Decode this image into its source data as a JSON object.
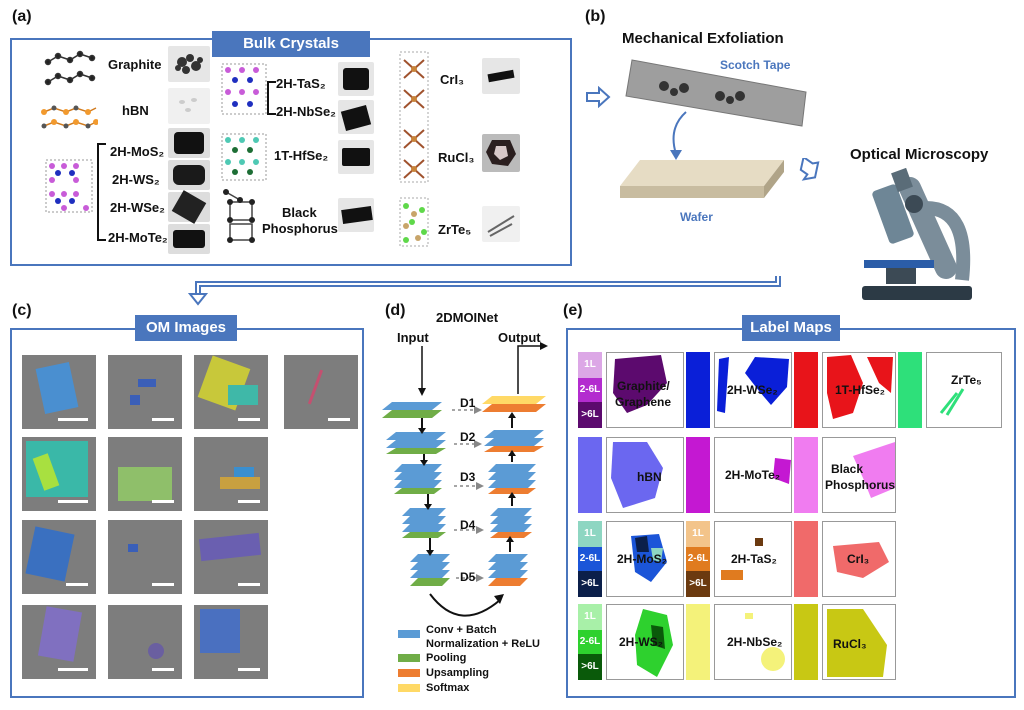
{
  "panels": {
    "a": "(a)",
    "b": "(b)",
    "c": "(c)",
    "d": "(d)",
    "e": "(e)"
  },
  "a": {
    "header": "Bulk Crystals",
    "materials": {
      "graphite": "Graphite",
      "hbn": "hBN",
      "mos2": "2H-MoS₂",
      "ws2": "2H-WS₂",
      "wse2": "2H-WSe₂",
      "mote2": "2H-MoTe₂",
      "tas2": "2H-TaS₂",
      "nbse2": "2H-NbSe₂",
      "hfse2": "1T-HfSe₂",
      "bp1": "Black",
      "bp2": "Phosphorus",
      "cri3": "CrI₃",
      "rucl3": "RuCl₃",
      "zrte5": "ZrTe₅"
    }
  },
  "b": {
    "title": "Mechanical Exfoliation",
    "tape": "Scotch Tape",
    "wafer": "Wafer",
    "microscopy": "Optical Microscopy"
  },
  "c": {
    "header": "OM Images"
  },
  "d": {
    "title": "2DMOINet",
    "input": "Input",
    "output": "Output",
    "levels": [
      "D1",
      "D2",
      "D3",
      "D4",
      "D5"
    ],
    "legend": [
      {
        "label": "Conv + Batch",
        "color": "#5b9bd5"
      },
      {
        "label": "Normalization + ReLU",
        "color": ""
      },
      {
        "label": "Pooling",
        "color": "#70ad47"
      },
      {
        "label": "Upsampling",
        "color": "#ed7d31"
      },
      {
        "label": "Softmax",
        "color": "#ffd966"
      }
    ]
  },
  "e": {
    "header": "Label Maps",
    "layer_labels": {
      "l1": "1L",
      "l2": "2-6L",
      "l3": ">6L"
    },
    "maps": {
      "graphite1": "Graphite/",
      "graphite2": "Graphene",
      "wse2": "2H-WSe₂",
      "hfse2": "1T-HfSe₂",
      "zrte5": "ZrTe₅",
      "hbn": "hBN",
      "mote2": "2H-MoTe₂",
      "bp1": "Black",
      "bp2": "Phosphorus",
      "mos2": "2H-MoS₂",
      "tas2": "2H-TaS₂",
      "cri3": "CrI₃",
      "ws2": "2H-WS₂",
      "nbse2": "2H-NbSe₂",
      "rucl3": "RuCl₃"
    },
    "colors": {
      "graphite": [
        "#dca7e6",
        "#b32ccf",
        "#5c0a6e"
      ],
      "wse2": "#0a1fd8",
      "hfse2": "#e8141a",
      "zrte5": "#2ee07a",
      "hbn": "#6b67f0",
      "mote2": "#c418d2",
      "bp": "#f07cf0",
      "mos2": [
        "#8ed6c2",
        "#1b55d8",
        "#0b1f4a"
      ],
      "tas2": [
        "#f3c48a",
        "#e07b1f",
        "#6b3a10"
      ],
      "cri3": "#f06a6a",
      "ws2": [
        "#a8f0a8",
        "#2ed12e",
        "#0a5a0a"
      ],
      "nbse2": "#f4f27a",
      "rucl3": "#c8c814"
    }
  }
}
